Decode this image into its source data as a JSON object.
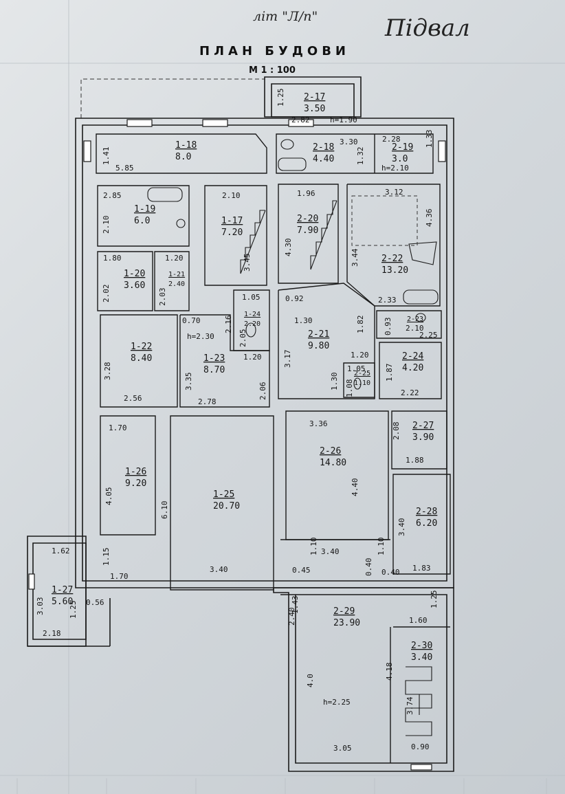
{
  "header": {
    "handwritten_left": "літ \"Л/п\"",
    "handwritten_right": "Підвал",
    "title": "ПЛАН БУДОВИ",
    "scale": "М 1 : 100"
  },
  "rooms": [
    {
      "id": "2-17",
      "area": "3.50"
    },
    {
      "id": "2-18",
      "area": "4.40"
    },
    {
      "id": "2-19",
      "area": "3.0"
    },
    {
      "id": "1-18",
      "area": "8.0"
    },
    {
      "id": "1-19",
      "area": "6.0"
    },
    {
      "id": "1-17",
      "area": "7.20"
    },
    {
      "id": "1-20",
      "area": "3.60"
    },
    {
      "id": "1-21",
      "area": "2.40"
    },
    {
      "id": "1-24",
      "area": "2.20"
    },
    {
      "id": "1-22",
      "area": "8.40"
    },
    {
      "id": "1-23",
      "area": "8.70"
    },
    {
      "id": "2-20",
      "area": "7.90"
    },
    {
      "id": "2-22",
      "area": "13.20"
    },
    {
      "id": "2-21",
      "area": "9.80"
    },
    {
      "id": "2-23",
      "area": ""
    },
    {
      "id": "2-24",
      "area": "4.20"
    },
    {
      "id": "2-25",
      "area": "1.10"
    },
    {
      "id": "1-26",
      "area": "9.20"
    },
    {
      "id": "1-25",
      "area": "20.70"
    },
    {
      "id": "2-26",
      "area": "14.80"
    },
    {
      "id": "2-27",
      "area": "3.90"
    },
    {
      "id": "2-28",
      "area": "6.20"
    },
    {
      "id": "1-27",
      "area": "5.60"
    },
    {
      "id": "2-29",
      "area": "23.90"
    },
    {
      "id": "2-30",
      "area": "3.40"
    }
  ],
  "dimensions": [
    "1.25",
    "2.82",
    "h=1.90",
    "3.30",
    "2.28",
    "1.33",
    "1.32",
    "h=2.10",
    "1.41",
    "5.85",
    "2.85",
    "2.10",
    "2.10",
    "3.45",
    "1.96",
    "3.12",
    "4.36",
    "4.30",
    "3.44",
    "1.80",
    "1.20",
    "2.02",
    "2.03",
    "2.33",
    "0.92",
    "1.05",
    "2.16",
    "0.70",
    "h=2.30",
    "1.30",
    "1.82",
    "0.93",
    "2.10",
    "2.25",
    "2.05",
    "1.20",
    "3.17",
    "1.20",
    "1.87",
    "3.28",
    "3.35",
    "2.56",
    "2.78",
    "2.06",
    "1.30",
    "1.05",
    "1.08",
    "2.22",
    "1.70",
    "3.36",
    "2.08",
    "1.88",
    "4.05",
    "6.10",
    "4.40",
    "3.40",
    "1.15",
    "1.70",
    "3.40",
    "1.10",
    "3.40",
    "1.10",
    "1.83",
    "1.62",
    "0.45",
    "0.40",
    "0.40",
    "3.03",
    "1.43",
    "1.25",
    "0.56",
    "1.25",
    "2.18",
    "1.60",
    "2.40",
    "4.0",
    "4.18",
    "3.74",
    "h=2.25",
    "3.05",
    "0.90"
  ],
  "colors": {
    "ink": "#1a1a1a",
    "paper": "#dde1e4"
  }
}
